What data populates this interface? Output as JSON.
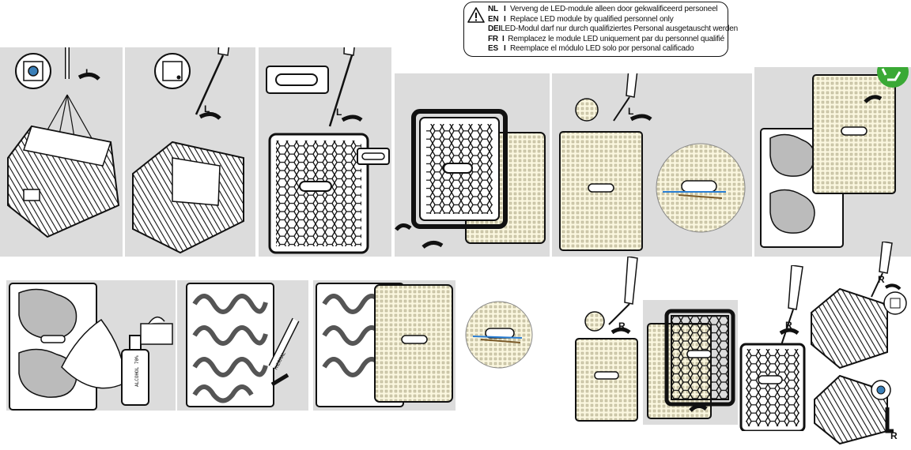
{
  "warning": {
    "icon": "warning-triangle-icon",
    "rows": [
      {
        "code": "NL",
        "sep": "I",
        "text": "Verveng de LED-module alleen door gekwalificeerd personeel"
      },
      {
        "code": "EN",
        "sep": "I",
        "text": "Replace LED module by qualified personnel only"
      },
      {
        "code": "DE",
        "sep": "I",
        "text": "LED-Modul darf nur durch qualifiziertes Personal ausgetauscht werden"
      },
      {
        "code": "FR",
        "sep": "I",
        "text": "Remplacez le module LED uniquement par du personnel qualifié"
      },
      {
        "code": "ES",
        "sep": "I",
        "text": "Reemplace el módulo LED solo por personal calificado"
      }
    ]
  },
  "steps": {
    "s1_arrow": "L",
    "s2_arrow": "L",
    "s3_arrow": "L",
    "s5_arrow": "L",
    "s10_label": "ALCOHOL 70%",
    "s11_label": "THERMAL",
    "s14_arrow": "R",
    "s16_arrow": "R",
    "s17_arrow_a": "R",
    "s17_arrow_b": "R"
  },
  "colors": {
    "panel": "#dcdcdc",
    "line": "#111111",
    "board": "#fbf7df",
    "recycle": "#3aa935",
    "wire_blue": "#2a7fd4",
    "wire_brown": "#7a5a28"
  }
}
